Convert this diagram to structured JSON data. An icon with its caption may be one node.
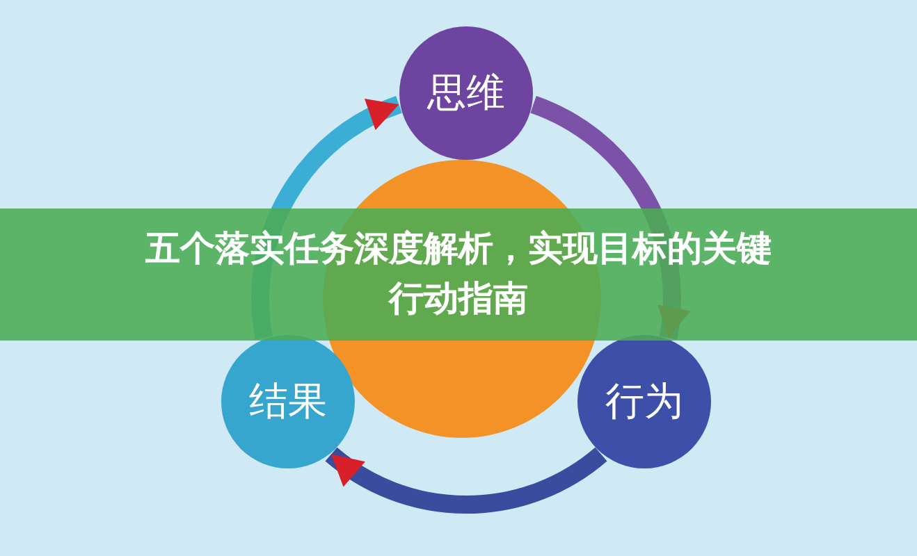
{
  "diagram": {
    "title": "五个落实任务深度解析，实现目标的关键行动指南",
    "nodes": [
      {
        "text": [
          "思维"
        ]
      },
      {
        "text": [
          "行为"
        ]
      },
      {
        "text": [
          "结果"
        ]
      },
      {
        "text": [],
        "shape": "circle"
      }
    ],
    "edges": [
      {
        "from": 0,
        "to": 1,
        "arrow": "to",
        "color": "#7b52a8"
      },
      {
        "from": 1,
        "to": 2,
        "arrow": "to",
        "color": "#3a4c9e"
      },
      {
        "from": 2,
        "to": 0,
        "arrow": "to",
        "color": "#3aaed4"
      }
    ]
  }
}
